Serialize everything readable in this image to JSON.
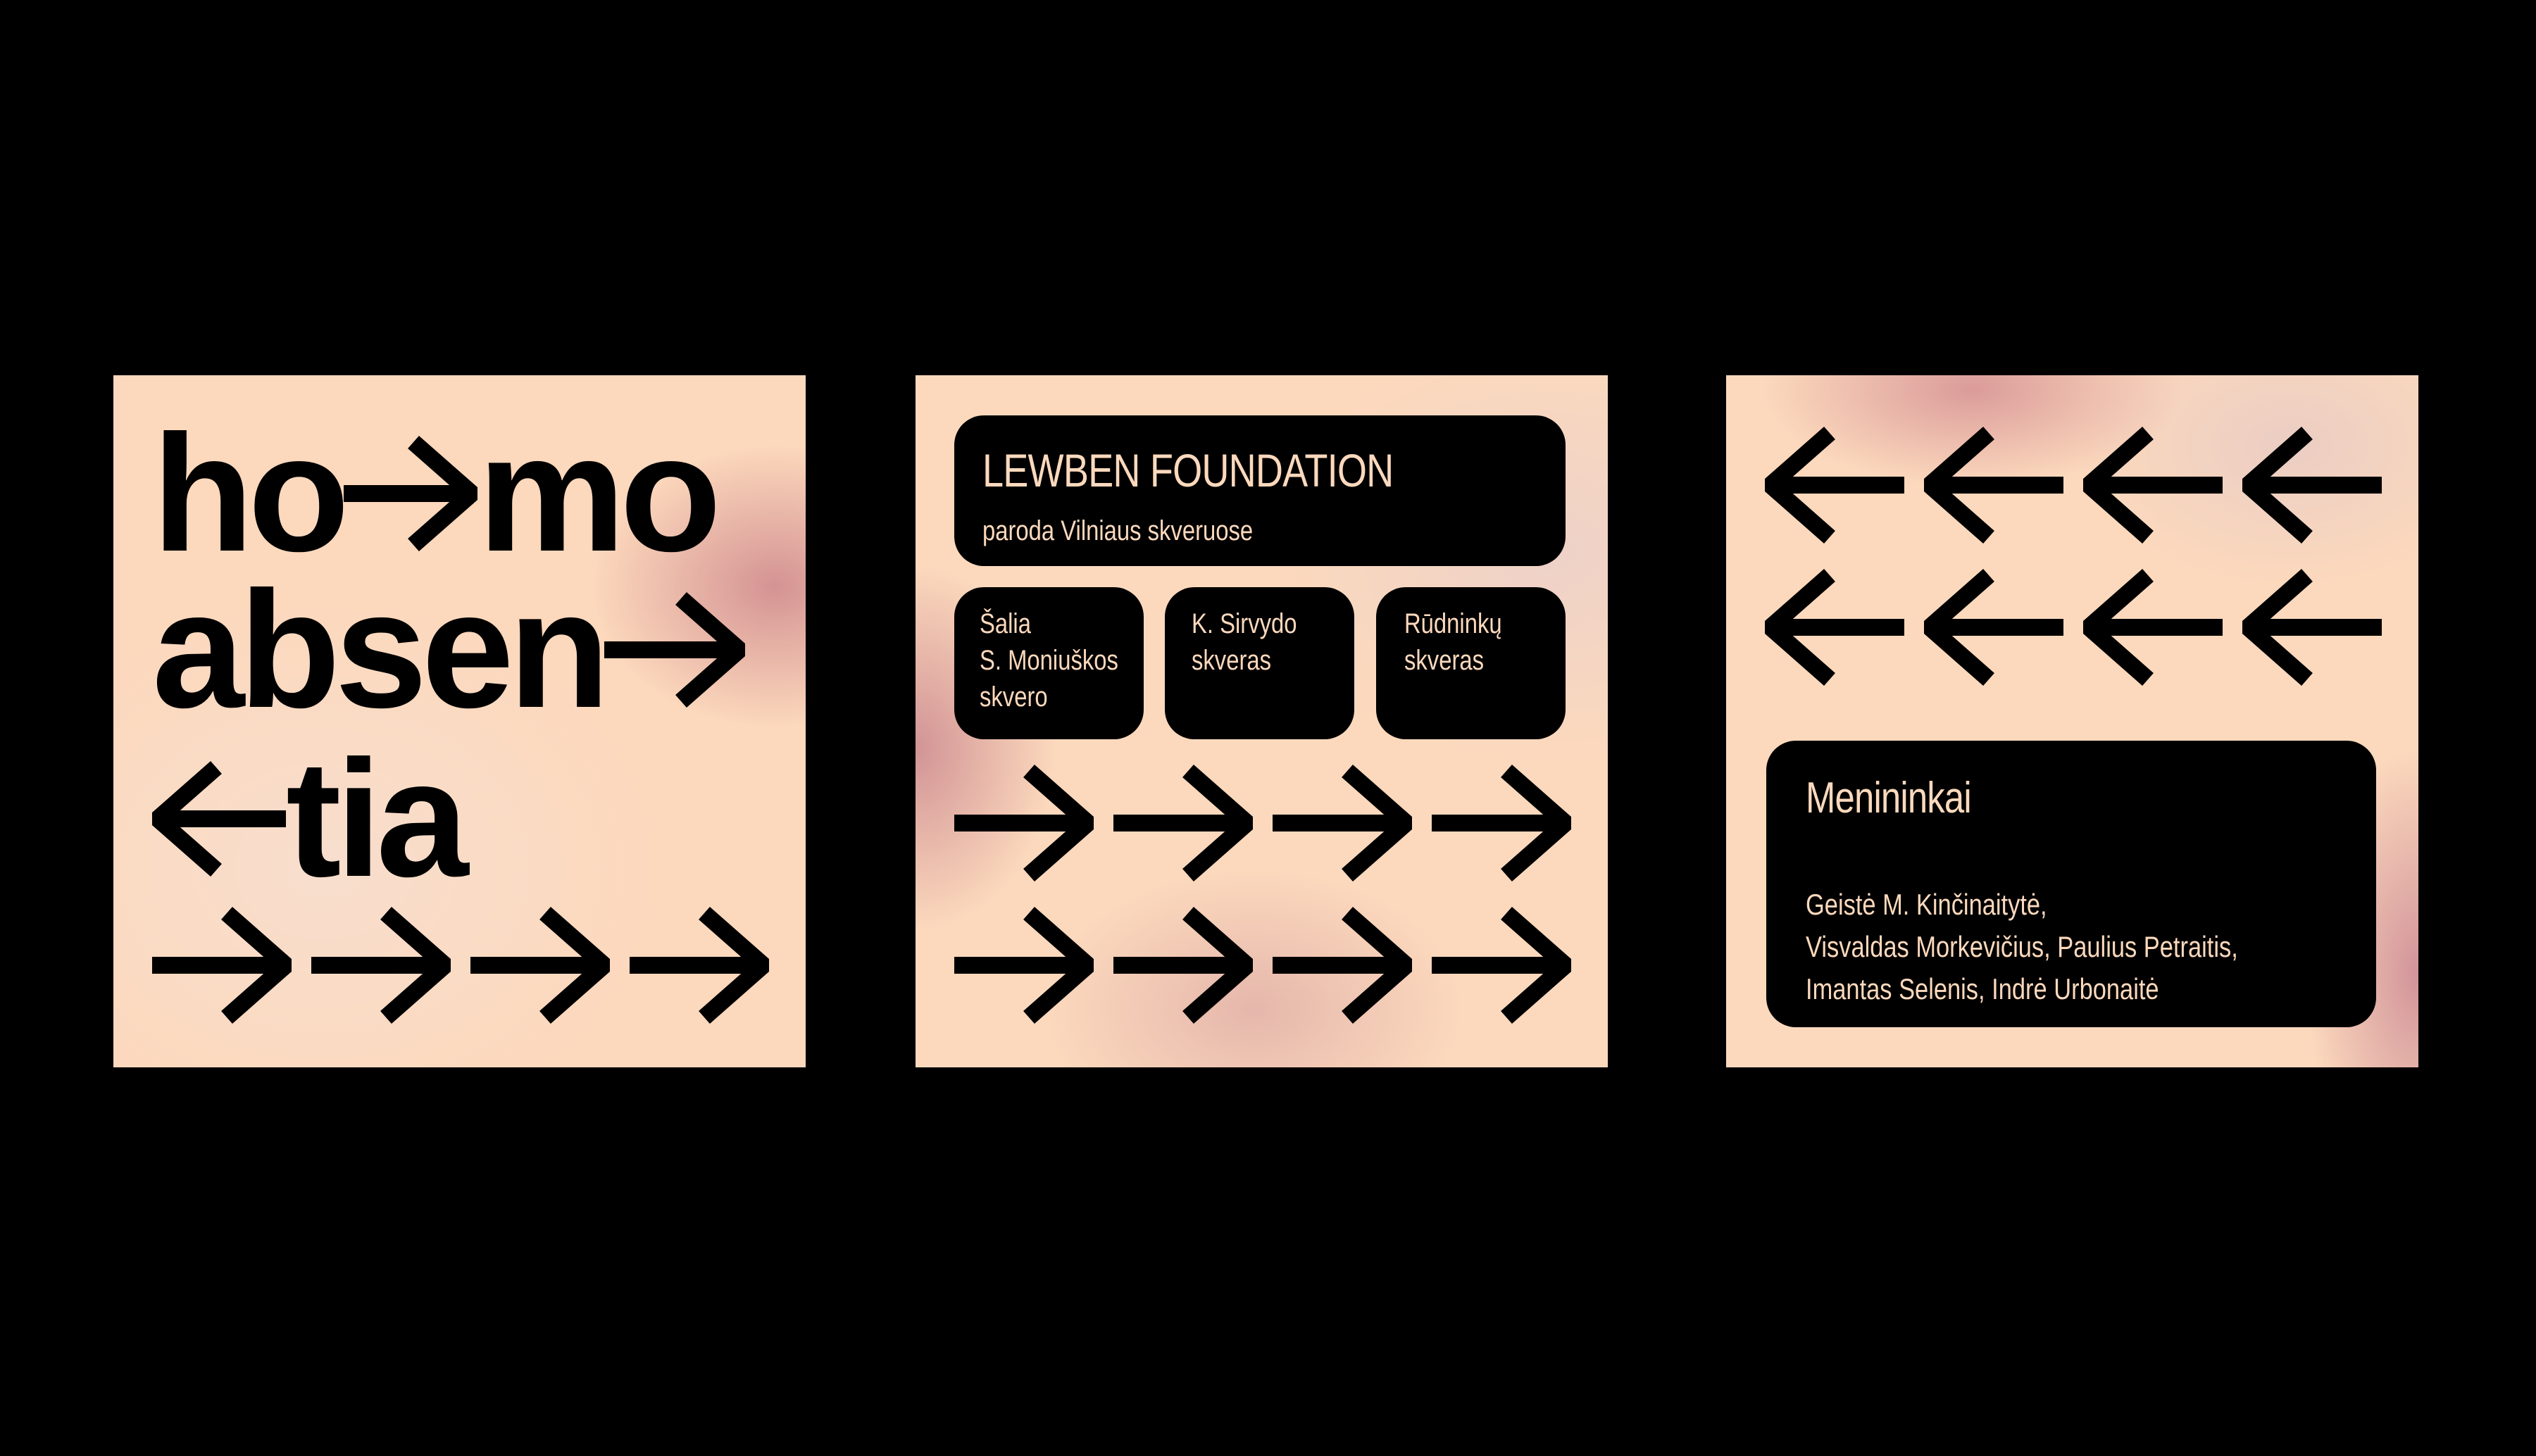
{
  "colors": {
    "background": "#000000",
    "panel": "#fcd9bd",
    "ink": "#000000",
    "box_text": "#fcd9bd",
    "blush": "#cd878c"
  },
  "panel1": {
    "lines": [
      {
        "before": "ho",
        "arrow": "right",
        "after": "mo"
      },
      {
        "before": "absen",
        "arrow": "right",
        "after": ""
      },
      {
        "before": "",
        "arrow": "left",
        "after": "tia"
      }
    ],
    "arrow_row": {
      "direction": "right",
      "count": 4
    }
  },
  "panel2": {
    "title": "LEWBEN FOUNDATION",
    "subtitle": "paroda Vilniaus skveruose",
    "locations": [
      {
        "lines": [
          "Šalia",
          "S. Moniuškos",
          "skvero"
        ]
      },
      {
        "lines": [
          "K. Sirvydo",
          "skveras"
        ]
      },
      {
        "lines": [
          "Rūdninkų",
          "skveras"
        ]
      }
    ],
    "arrow_rows": {
      "direction": "right",
      "rows": 2,
      "count": 4
    }
  },
  "panel3": {
    "arrow_rows": {
      "direction": "left",
      "rows": 2,
      "count": 4
    },
    "heading": "Menininkai",
    "names": [
      "Geistė M. Kinčinaitytė,",
      "Visvaldas Morkevičius, Paulius Petraitis,",
      "Imantas Selenis, Indrė Urbonaitė"
    ]
  }
}
